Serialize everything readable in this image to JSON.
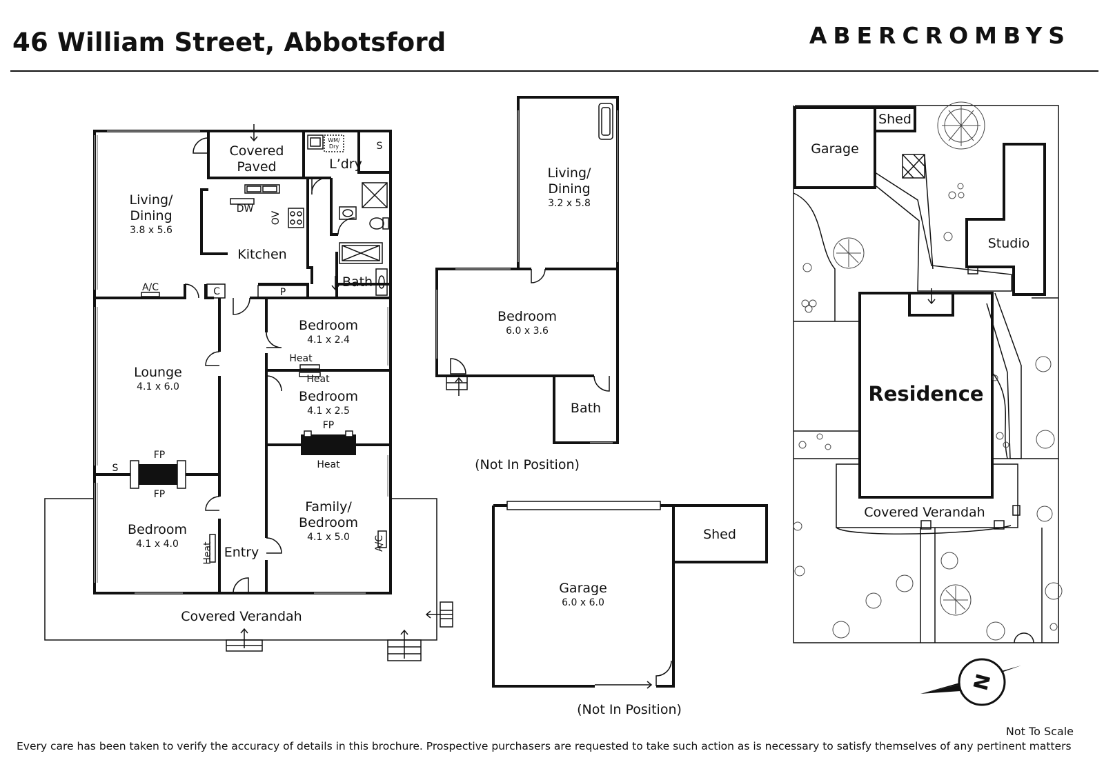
{
  "header": {
    "address": "46 William Street, Abbotsford",
    "brand": "ABERCROMBYS"
  },
  "main_house": {
    "living_dining": {
      "name_line1": "Living/",
      "name_line2": "Dining",
      "dims": "3.8 x 5.6"
    },
    "covered_paved": {
      "line1": "Covered",
      "line2": "Paved"
    },
    "laundry": "L’dry",
    "wm_dry": {
      "line1": "WM/",
      "line2": "Dry"
    },
    "s_label": "S",
    "kitchen": "Kitchen",
    "dw": "DW",
    "ov": "OV",
    "bath": "Bath",
    "ac_label": "A/C",
    "c_label": "C",
    "p_label": "P",
    "bedroom_a": {
      "name": "Bedroom",
      "dims": "4.1 x 2.4"
    },
    "heat_a": "Heat",
    "heat_b": "Heat",
    "bedroom_b": {
      "name": "Bedroom",
      "dims": "4.1 x 2.5"
    },
    "fp_right": "FP",
    "heat_c": "Heat",
    "lounge": {
      "name": "Lounge",
      "dims": "4.1 x 6.0"
    },
    "s_lounge": "S",
    "fp_top": "FP",
    "fp_bottom": "FP",
    "bedroom_c": {
      "name": "Bedroom",
      "dims": "4.1 x 4.0"
    },
    "heat_vertical": "Heat",
    "entry": "Entry",
    "family_bedroom": {
      "line1": "Family/",
      "line2": "Bedroom",
      "dims": "4.1 x 5.0"
    },
    "ac_vertical": "A/C",
    "covered_verandah": "Covered Verandah"
  },
  "studio_plan": {
    "living_dining": {
      "line1": "Living/",
      "line2": "Dining",
      "dims": "3.2 x 5.8"
    },
    "bedroom": {
      "name": "Bedroom",
      "dims": "6.0 x 3.6"
    },
    "bath": "Bath",
    "not_in_position": "(Not In Position)"
  },
  "garage_plan": {
    "garage": {
      "name": "Garage",
      "dims": "6.0 x 6.0"
    },
    "shed": "Shed",
    "not_in_position": "(Not In Position)"
  },
  "site_plan": {
    "garage": "Garage",
    "shed": "Shed",
    "studio": "Studio",
    "residence": "Residence",
    "covered_verandah": "Covered Verandah",
    "compass_label": "N"
  },
  "footer": {
    "not_to_scale": "Not To Scale",
    "disclaimer": "Every care has been taken to verify the accuracy of details in this brochure. Prospective purchasers are requested to take such action as is necessary to satisfy themselves of any pertinent matters"
  }
}
